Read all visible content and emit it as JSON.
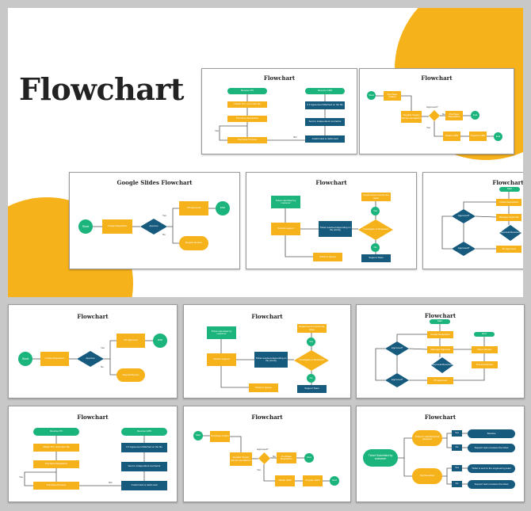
{
  "hero": {
    "title": "Flowchart",
    "accent": "#f6b21b"
  },
  "colors": {
    "yellow": "#f6b21b",
    "green": "#1ab47c",
    "blue": "#165a7e"
  },
  "slides": {
    "s1": {
      "title": "Flowchart",
      "left": [
        "Receive PO",
        "Obtain P.O. and enter file",
        "Purchase Requisition",
        "Purchase Process"
      ],
      "right": [
        "Receive GRN",
        "If it Agreement Matched on the file",
        "Sent to independent contractor",
        "Credit Card or debit card"
      ],
      "yes": "Yes",
      "no": "NO"
    },
    "s2": {
      "title": "Flowchart",
      "start": "Start",
      "n1": "Purchase Orders",
      "n2": "Supplier Supply Recommendations",
      "q": "Approved?",
      "no": "No",
      "yes": "Yes",
      "n3": "Purchase Requisition",
      "n4": "Obtain GRN",
      "n5": "Prepare GRN",
      "end": "End"
    },
    "s3": {
      "title": "Google Slides Flowchart",
      "start": "Start",
      "req": "Create Requisition",
      "q": "Approve",
      "yes": "Yes",
      "no": "No",
      "ok": "VP Approved",
      "end": "END",
      "rev": "Requisi Review"
    },
    "s4": {
      "title": "Flowchart",
      "t1": "Ticket submitted by customer",
      "t2": "Submit support",
      "t3": "Ticket resolved depending on the priority",
      "t4": "Departments resolve the ticket",
      "q": "Investigate or Resolved",
      "yes": "Yes",
      "no": "No",
      "t5": "Ticket to Queue",
      "t6": "Support Team"
    },
    "s5": {
      "title": "Flowchart",
      "start": "Start",
      "q1": "Approved?",
      "n1": "Create Requisition",
      "n2": "Manager Approval",
      "q2": "Approval Received",
      "q3": "Approved?",
      "n3": "VP approved",
      "n4": "Done Review",
      "n5": "Process Review",
      "end": "End"
    },
    "s6": {
      "title": "Flowchart",
      "tk": "Ticket Submitted by customer",
      "q1": "Ticket is submitted and assigned",
      "q2": "Not Resolved",
      "yes": "Yes",
      "no": "No",
      "r1": "Resolve",
      "r2": "Support team resolves the ticket",
      "r3": "Ticket is sent to the engineering team",
      "r4": "Support team resolves the ticket"
    }
  }
}
